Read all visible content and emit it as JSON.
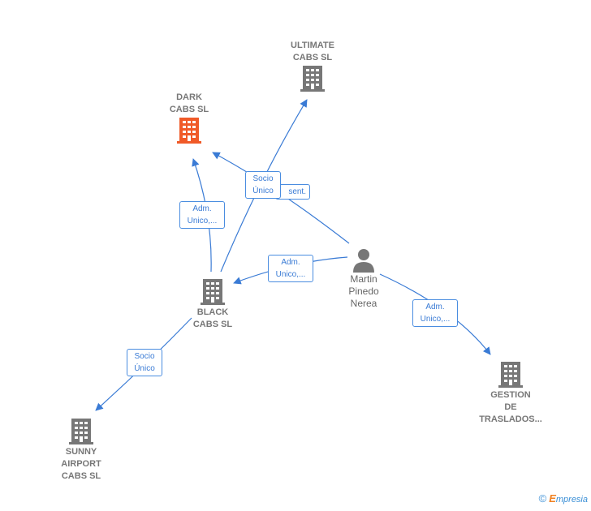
{
  "nodes": {
    "ultimate": {
      "label": "ULTIMATE\nCABS  SL"
    },
    "dark": {
      "label": "DARK\nCABS  SL",
      "color": "#f05a28"
    },
    "black": {
      "label": "BLACK\nCABS  SL"
    },
    "sunny": {
      "label": "SUNNY\nAIRPORT\nCABS  SL"
    },
    "gestion": {
      "label": "GESTION\nDE\nTRASLADOS..."
    },
    "person": {
      "label": "Martin\nPinedo\nNerea"
    }
  },
  "edges": {
    "socio_unico_top": "Socio\nÚnico",
    "apod_sent": "sent.",
    "adm_dark": "Adm.\nUnico,...",
    "adm_black": "Adm.\nUnico,...",
    "adm_gestion": "Adm.\nUnico,...",
    "socio_unico_sunny": "Socio\nÚnico"
  },
  "colors": {
    "company": "#777777",
    "highlight": "#f05a28",
    "edge": "#3a7bd5"
  },
  "footer": {
    "copyright": "©",
    "brand_initial": "E",
    "brand_rest": "mpresia"
  }
}
